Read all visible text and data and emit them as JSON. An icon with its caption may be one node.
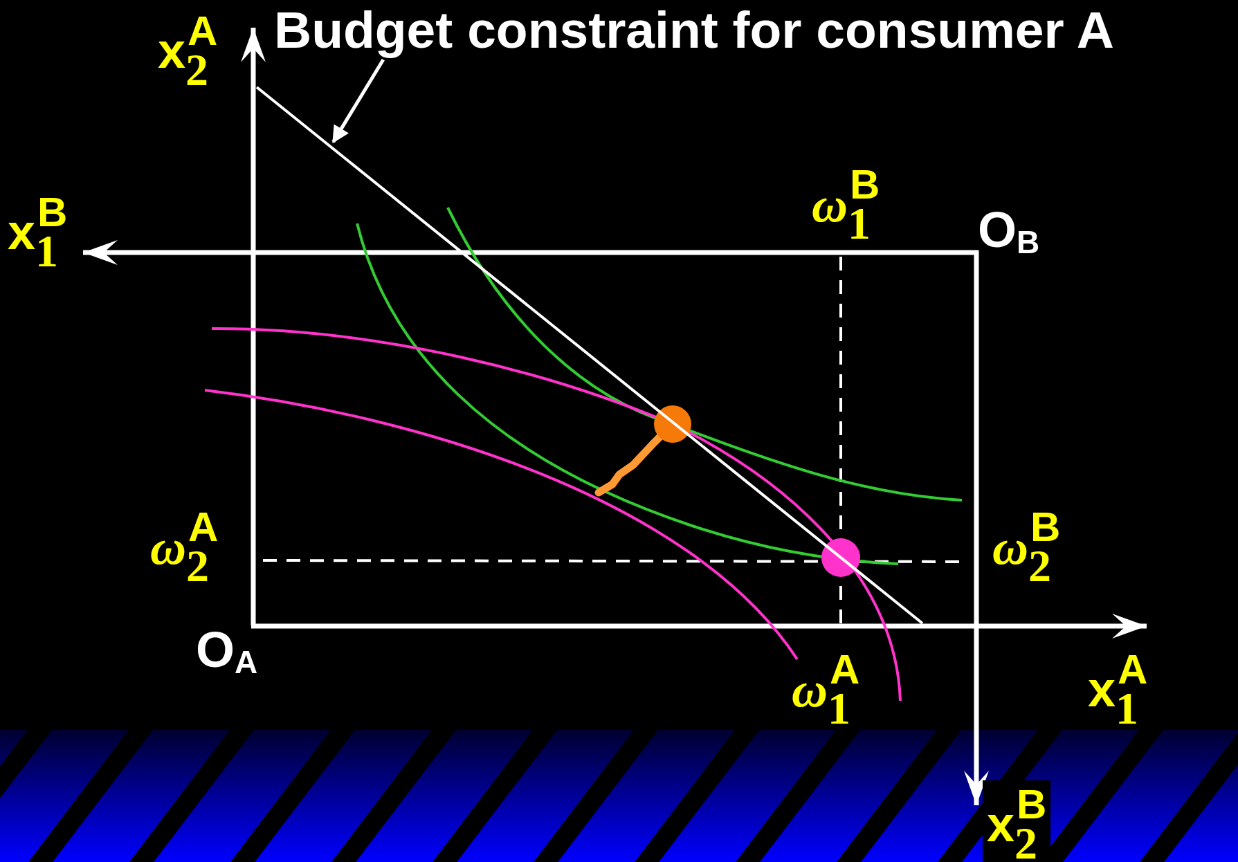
{
  "diagram": {
    "nodes": [
      {
        "text": [
          "Budget constraint for consumer A"
        ]
      },
      {
        "text": [],
        "shape": "line"
      }
    ],
    "edges": [
      {
        "from": 0,
        "to": 1,
        "arrow": "to"
      }
    ],
    "labels": [
      "x$_{2}$$^{A}$",
      "x$_{1}$$^{B}$",
      "ω$_{1}$$^{B}$",
      "O$_{B}$",
      "ω$_{2}$$^{A}$",
      "ω$_{2}$$^{B}$",
      "O$_{A}$",
      "ω$_{1}$$^{A}$",
      "x$_{1}$$^{A}$",
      "x$_{2}$$^{B}$"
    ]
  }
}
